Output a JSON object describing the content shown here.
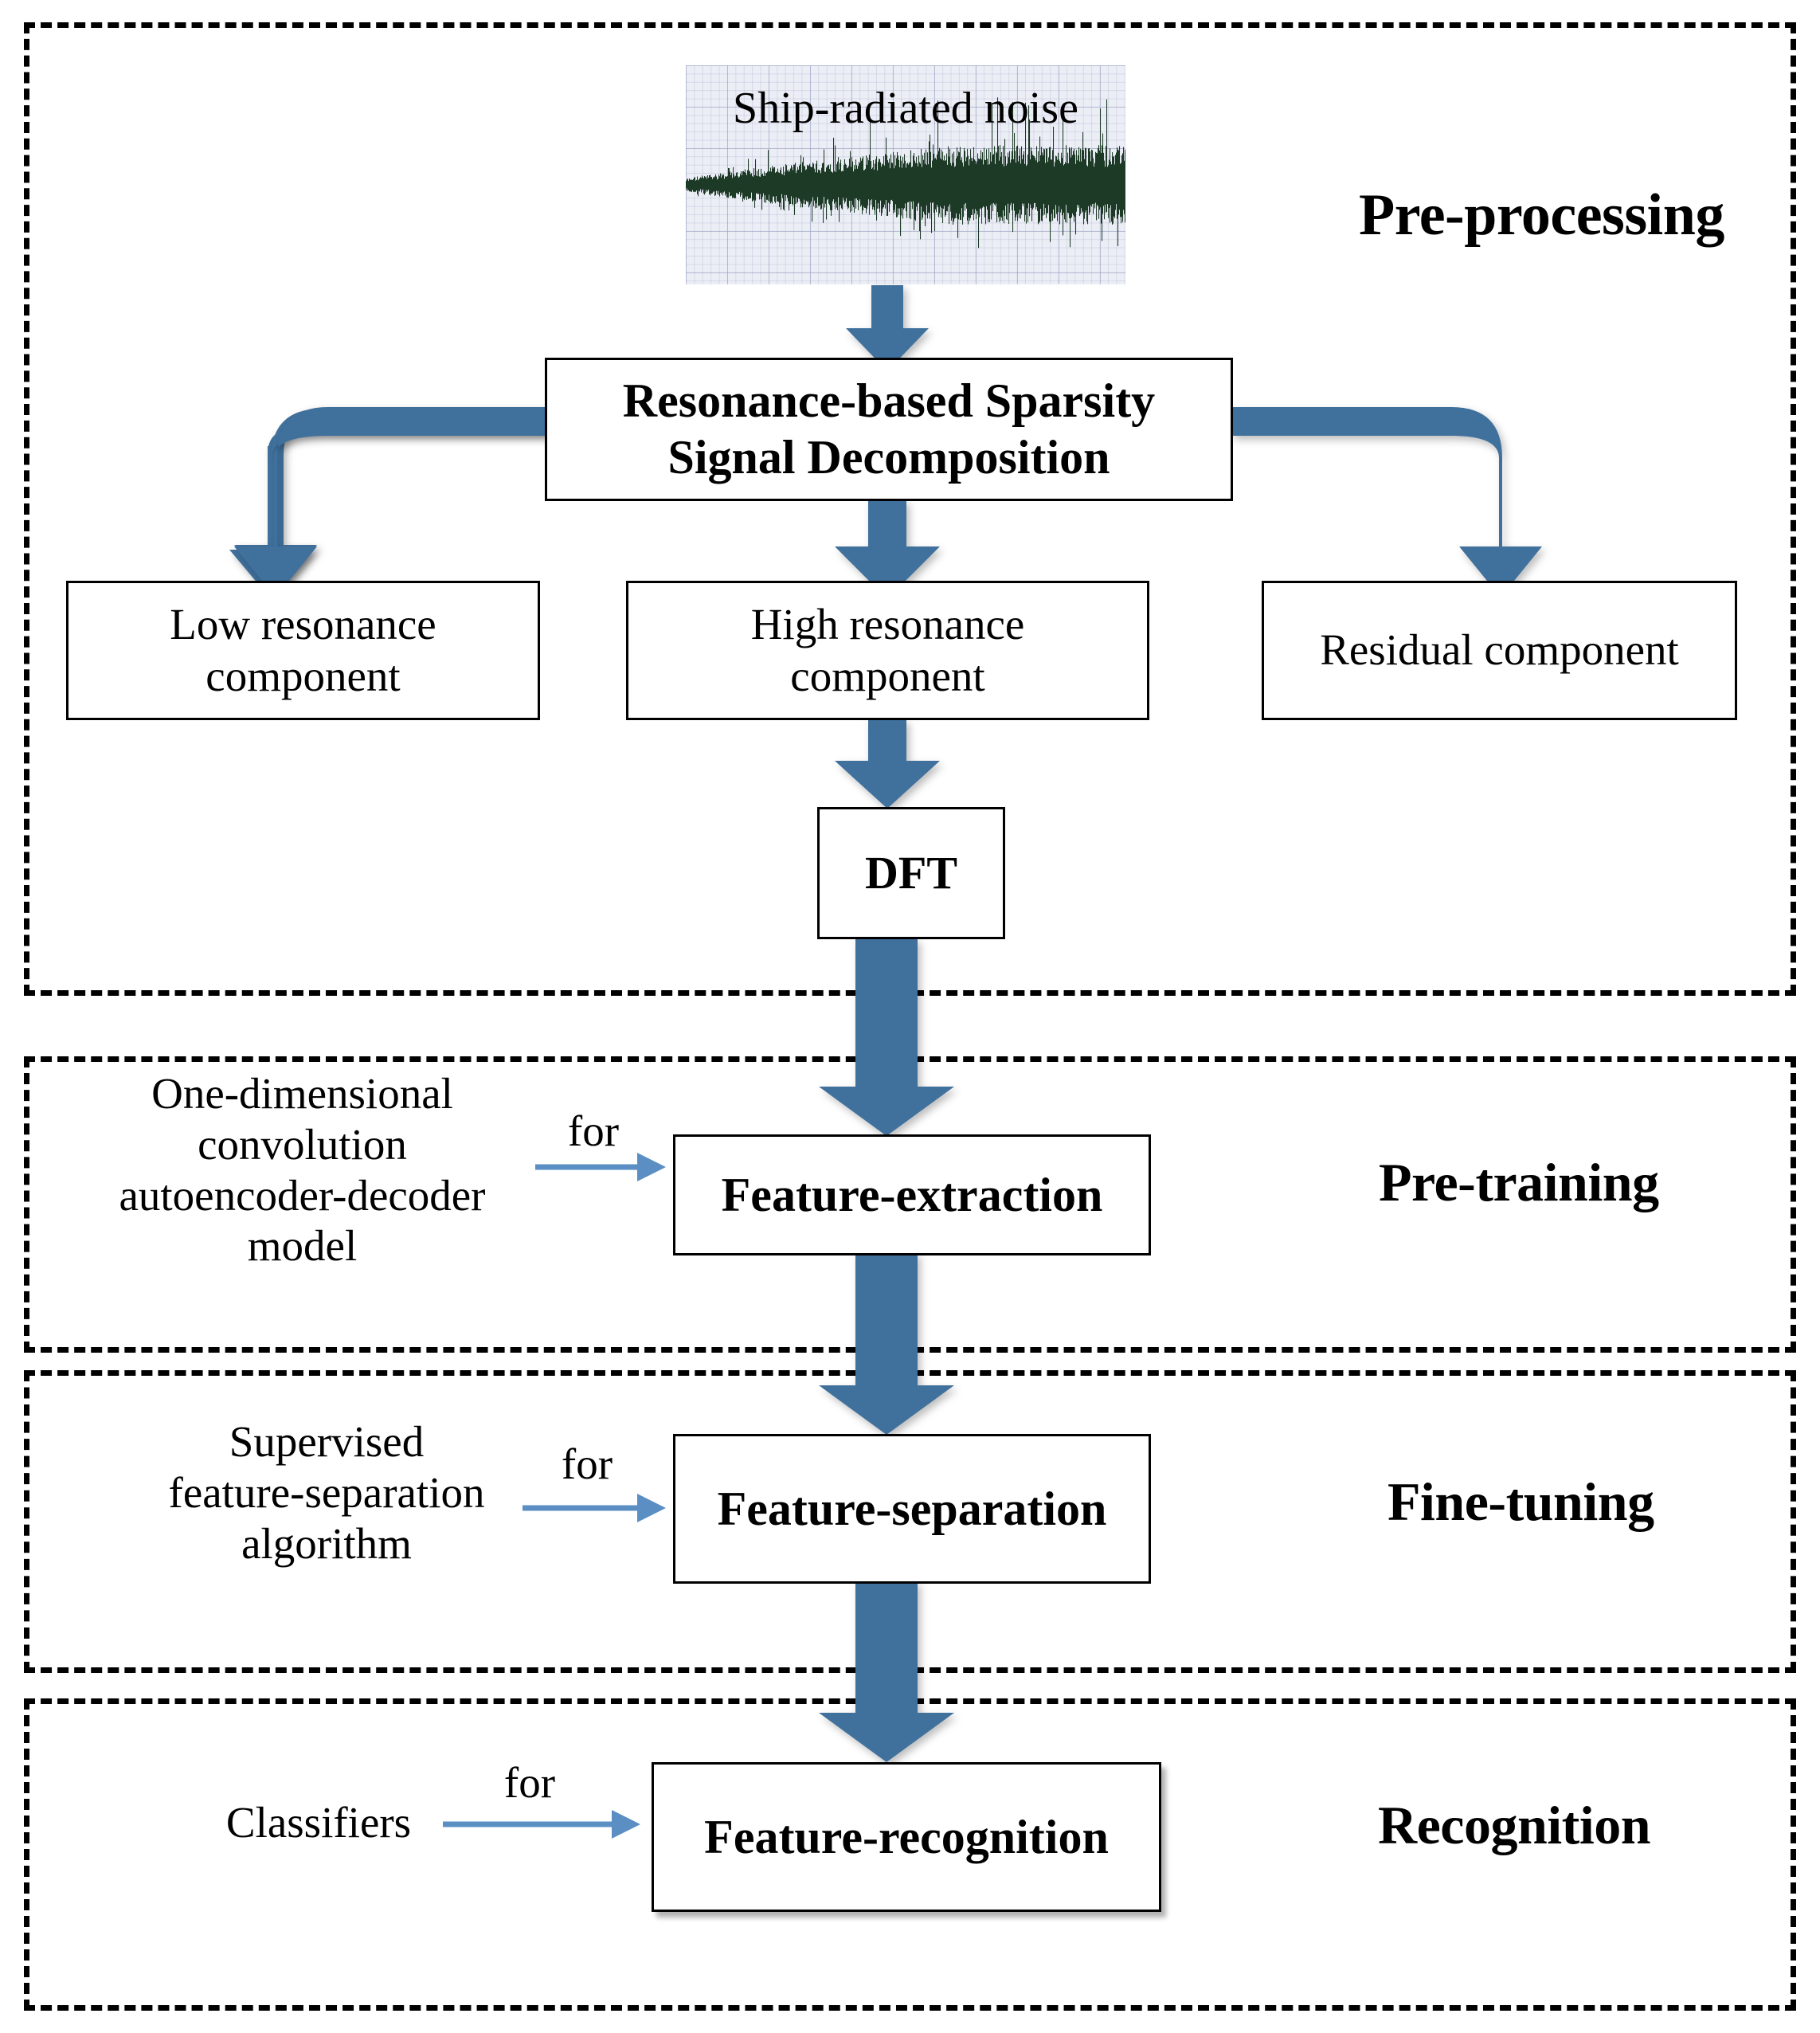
{
  "figure": {
    "type": "flowchart",
    "title": "Ship-radiated noise recognition framework"
  },
  "sections": [
    {
      "id": "pre-processing",
      "label": "Pre-processing"
    },
    {
      "id": "pre-training",
      "label": "Pre-training"
    },
    {
      "id": "fine-tuning",
      "label": "Fine-tuning"
    },
    {
      "id": "recognition",
      "label": "Recognition"
    }
  ],
  "signal_panel": {
    "title": "Ship-radiated noise",
    "waveform_color": "#1d3a26",
    "background_color": "#eceef6",
    "grid_color": "#969ebe"
  },
  "nodes": {
    "decomposition": "Resonance-based Sparsity\nSignal Decomposition",
    "low_resonance": "Low resonance\ncomponent",
    "high_resonance": "High resonance\ncomponent",
    "residual": "Residual component",
    "dft": "DFT",
    "feature_extraction": "Feature-extraction",
    "feature_separation": "Feature-separation",
    "feature_recognition": "Feature-recognition"
  },
  "annotations": {
    "autoencoder": "One-dimensional\nconvolution\nautoencoder-decoder\nmodel",
    "supervised": "Supervised\nfeature-separation\nalgorithm",
    "classifiers": "Classifiers",
    "for_label_1": "for",
    "for_label_2": "for",
    "for_label_3": "for"
  },
  "colors": {
    "block_arrow": "#41709c",
    "thin_arrow": "#5b8fc4",
    "border": "#000000",
    "box_fill": "#ffffff"
  }
}
